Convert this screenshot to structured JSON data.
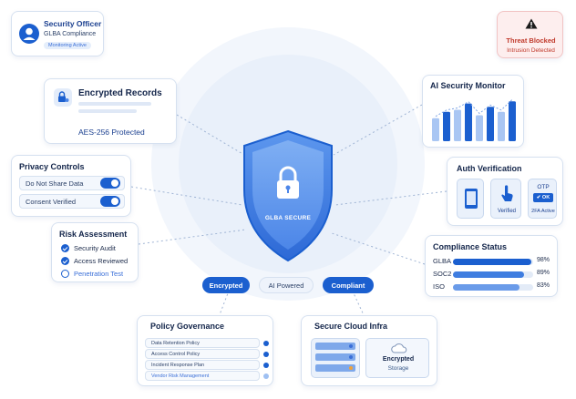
{
  "officer": {
    "name": "Security Officer",
    "role": "GLBA Compliance",
    "badge": "Monitoring Active"
  },
  "threat": {
    "title": "Threat Blocked",
    "subtitle": "Intrusion Detected"
  },
  "encrypted_records": {
    "title": "Encrypted Records",
    "caption": "AES-256 Protected"
  },
  "privacy": {
    "title": "Privacy Controls",
    "items": [
      "Do Not Share Data",
      "Consent Verified"
    ]
  },
  "risk": {
    "title": "Risk Assessment",
    "items": [
      {
        "label": "Security Audit",
        "done": true
      },
      {
        "label": "Access Reviewed",
        "done": true
      },
      {
        "label": "Penetration Test",
        "done": false
      }
    ]
  },
  "shield": {
    "label": "GLBA SECURE"
  },
  "pills": {
    "encrypted": "Encrypted",
    "ai": "AI Powered",
    "compliant": "Compliant"
  },
  "ai_monitor": {
    "title": "AI Security Monitor",
    "bars": [
      0.55,
      0.7,
      0.75,
      0.9,
      0.62,
      0.82,
      0.7,
      0.95
    ]
  },
  "auth": {
    "title": "Auth Verification",
    "verified": "Verified",
    "otp": "OTP",
    "ok": "✔ OK",
    "twofa": "2FA Active"
  },
  "compliance": {
    "title": "Compliance Status",
    "rows": [
      {
        "name": "GLBA",
        "value": 98,
        "label": "98%"
      },
      {
        "name": "SOC2",
        "value": 89,
        "label": "89%"
      },
      {
        "name": "ISO",
        "value": 83,
        "label": "83%"
      }
    ]
  },
  "policy": {
    "title": "Policy Governance",
    "items": [
      "Data Retention Policy",
      "Access Control Policy",
      "Incident Response Plan",
      "Vendor Risk Management"
    ]
  },
  "cloud": {
    "title": "Secure Cloud Infra",
    "storage_title": "Encrypted",
    "storage_sub": "Storage"
  },
  "colors": {
    "primary": "#1b5fcf",
    "accent": "#4c86e8",
    "alert": "#c0392b",
    "alert_bg": "#fdeeee"
  }
}
